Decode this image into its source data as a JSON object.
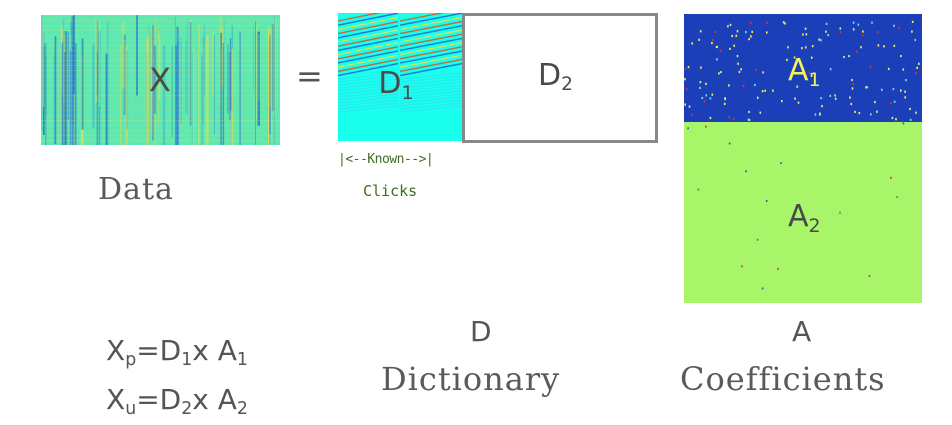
{
  "matrices": {
    "x_symbol": "X",
    "equals": "=",
    "d1_main": "D",
    "d1_sub": "1",
    "d2_main": "D",
    "d2_sub": "2",
    "a1_main": "A",
    "a1_sub": "1",
    "a2_main": "A",
    "a2_sub": "2"
  },
  "labels": {
    "data": "Data",
    "known": "|<--Known-->|",
    "clicks": "Clicks",
    "d_letter": "D",
    "dictionary": "Dictionary",
    "a_letter": "A",
    "coefficients": "Coefficients"
  },
  "equations": {
    "xp": {
      "x": "X",
      "x_sub": "p",
      "mid": "=D",
      "d_sub": "1",
      "times": "x A",
      "a_sub": "1"
    },
    "xu": {
      "x": "X",
      "x_sub": "u",
      "mid": "=D",
      "d_sub": "2",
      "times": "x A",
      "a_sub": "2"
    }
  },
  "colors": {
    "x_bg": "#5fe8b0",
    "x_stripe_yellow": "#e8e050",
    "x_stripe_blue": "#2f7fd0",
    "d1_bg": "#19ffee",
    "d2_border": "#888888",
    "a1_bg": "#1a3fb8",
    "a2_bg": "#a8f56a",
    "a1_text": "#f4f25a",
    "clicks_text": "#3d6e1f",
    "text_gray": "#555555"
  }
}
